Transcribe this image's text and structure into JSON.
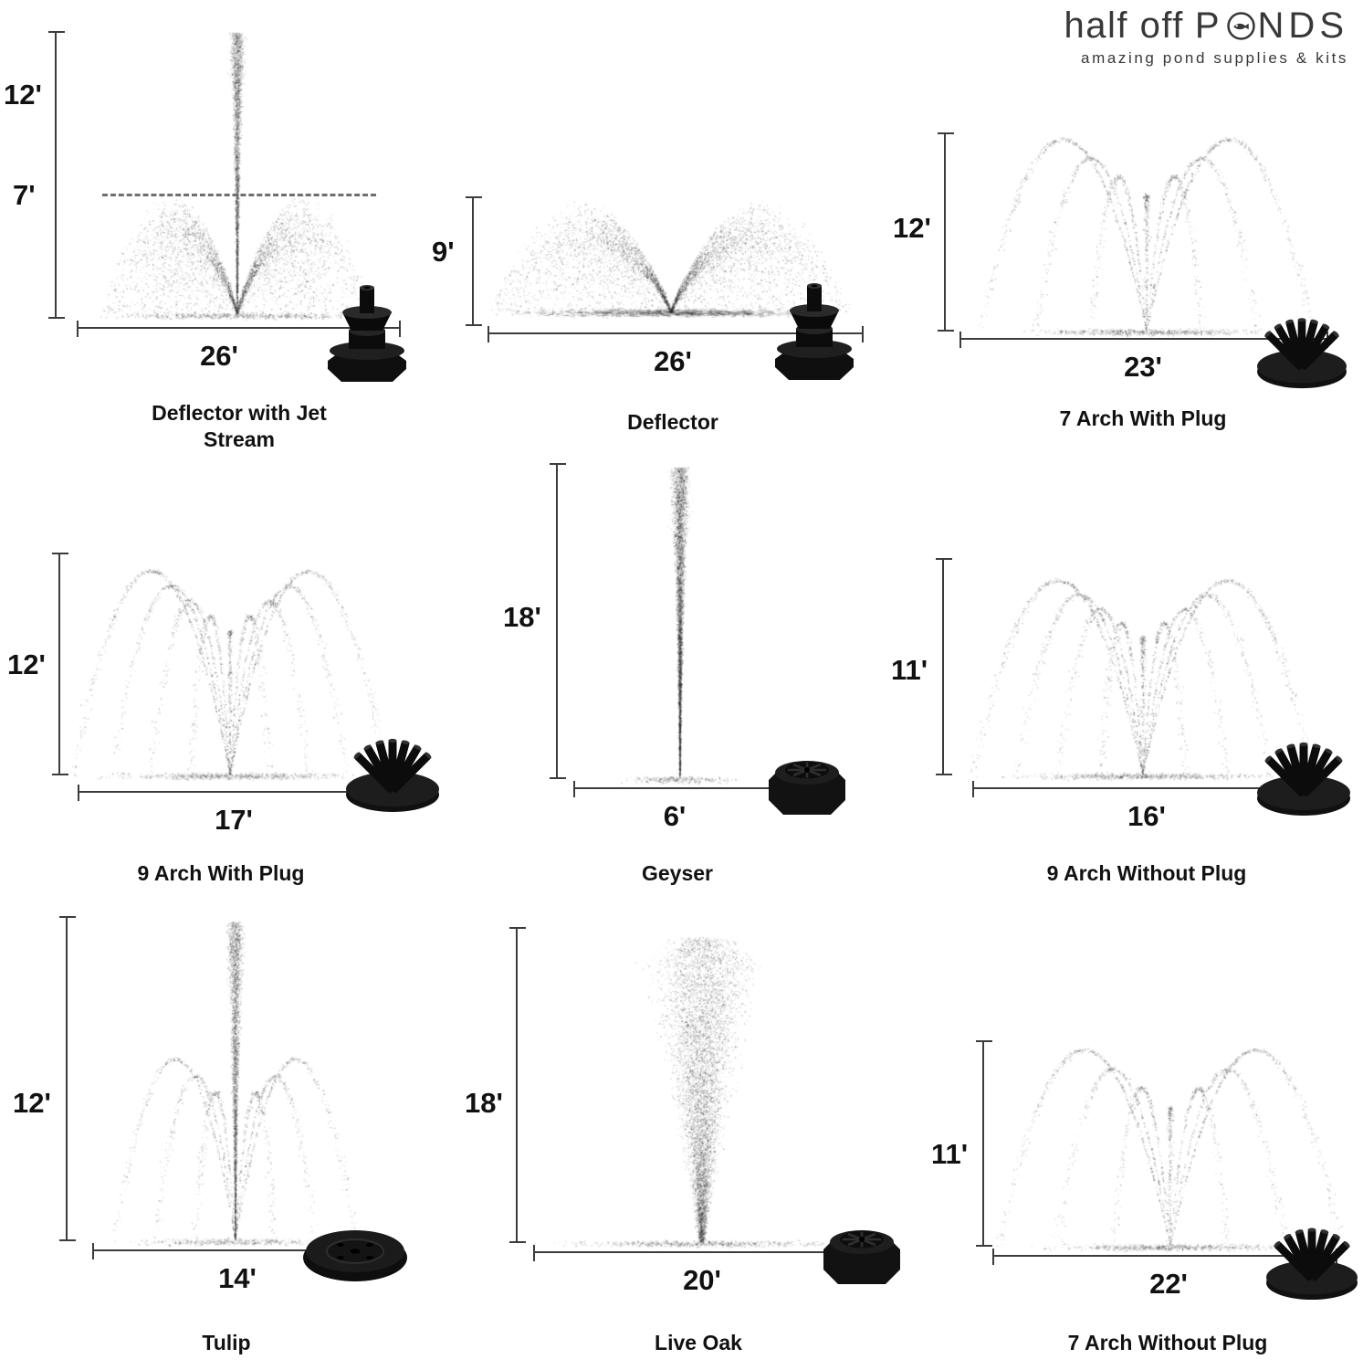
{
  "logo": {
    "text_light": "half off",
    "text_bold": "PONDS",
    "bold_pre": "P",
    "bold_post": "NDS",
    "tagline": "amazing pond supplies & kits"
  },
  "fountains": [
    {
      "name": "Deflector with Jet Stream",
      "height": "12'",
      "height_secondary": "7'",
      "width": "26'",
      "pattern": "jet-with-umbrella",
      "nozzle": "deflector"
    },
    {
      "name": "Deflector",
      "height": "9'",
      "width": "26'",
      "pattern": "umbrella",
      "nozzle": "deflector"
    },
    {
      "name": "7 Arch With Plug",
      "height": "12'",
      "width": "23'",
      "pattern": "7-arch",
      "nozzle": "arch-cluster"
    },
    {
      "name": "9 Arch With Plug",
      "height": "12'",
      "width": "17'",
      "pattern": "9-arch",
      "nozzle": "arch-cluster"
    },
    {
      "name": "Geyser",
      "height": "18'",
      "width": "6'",
      "pattern": "geyser",
      "nozzle": "geyser"
    },
    {
      "name": "9 Arch Without Plug",
      "height": "11'",
      "width": "16'",
      "pattern": "9-arch",
      "nozzle": "arch-cluster"
    },
    {
      "name": "Tulip",
      "height": "12'",
      "width": "14'",
      "pattern": "tulip",
      "nozzle": "tulip-disc"
    },
    {
      "name": "Live Oak",
      "height": "18'",
      "width": "20'",
      "pattern": "plume",
      "nozzle": "geyser"
    },
    {
      "name": "7 Arch Without Plug",
      "height": "11'",
      "width": "22'",
      "pattern": "7-arch",
      "nozzle": "arch-cluster"
    }
  ]
}
